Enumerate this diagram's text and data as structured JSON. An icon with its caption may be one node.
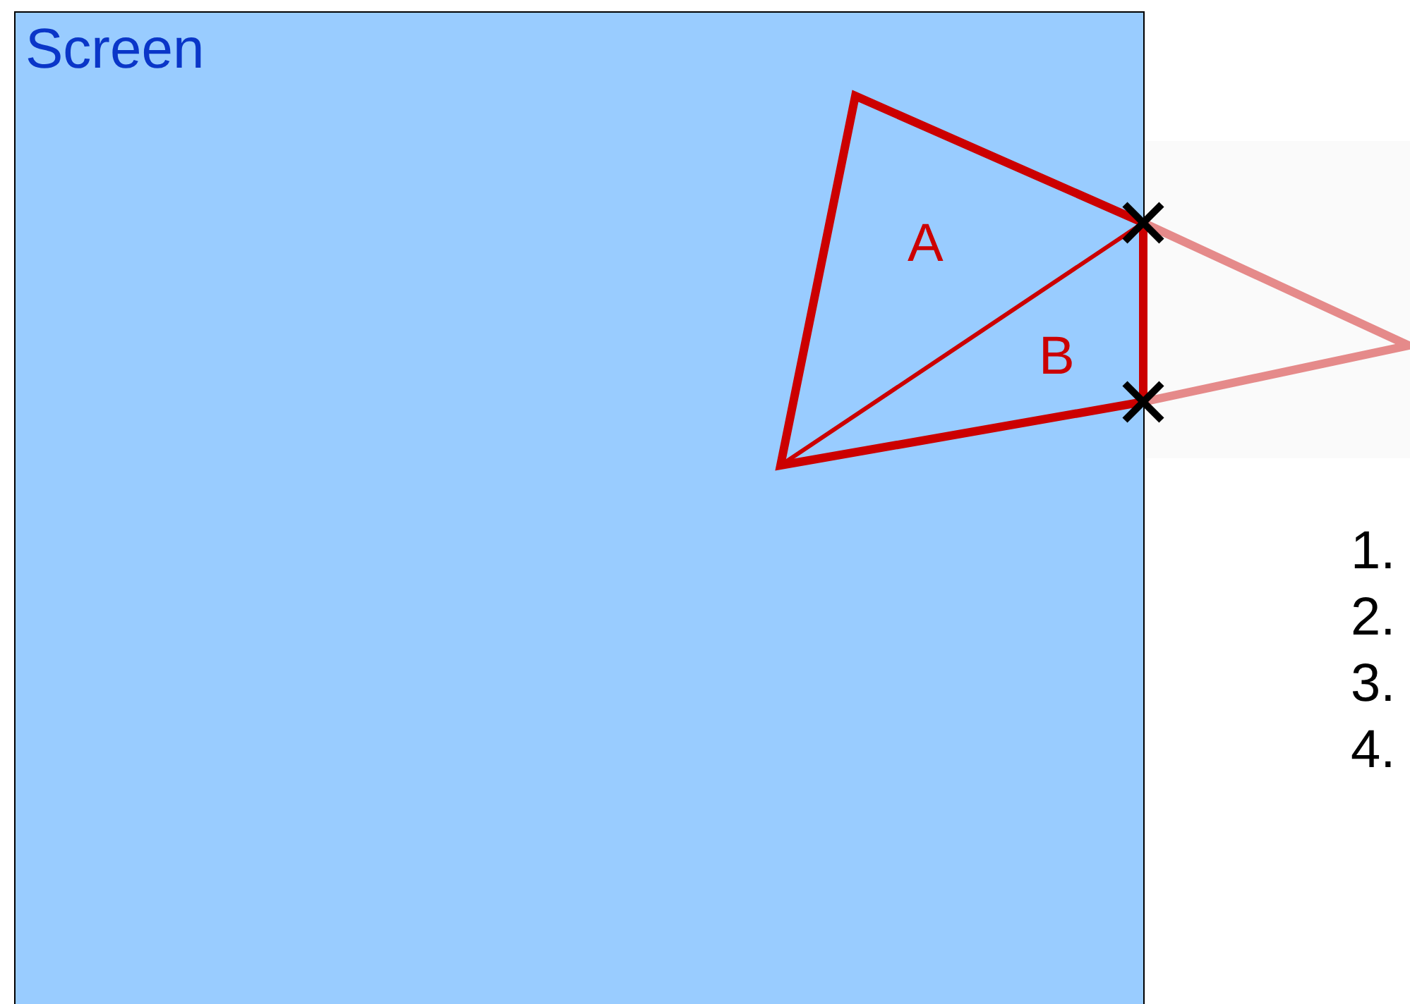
{
  "diagram": {
    "nodes": [
      {
        "text": [
          "Screen"
        ]
      }
    ],
    "labels": [
      "A",
      "B",
      "1.",
      "2.",
      "3.",
      "4."
    ]
  }
}
